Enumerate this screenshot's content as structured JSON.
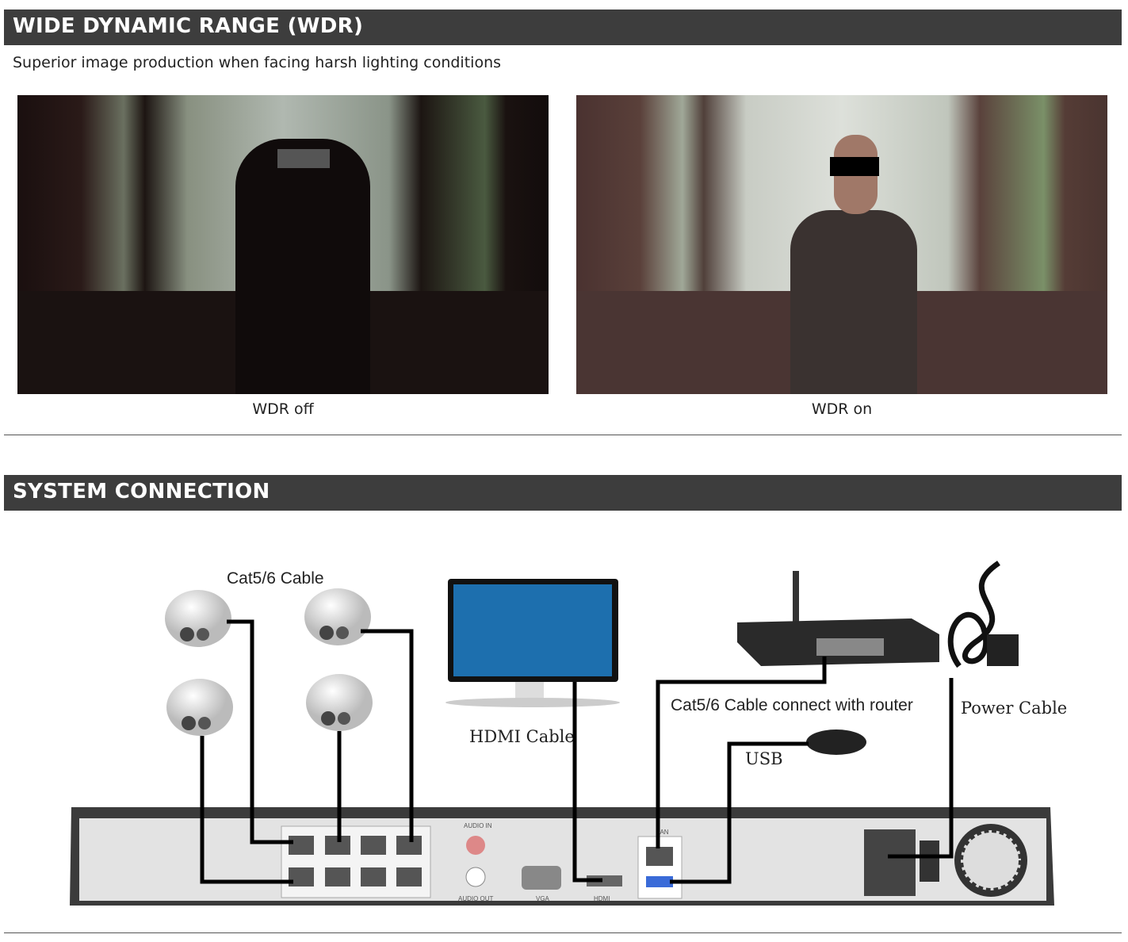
{
  "wdr": {
    "title": "WIDE DYNAMIC RANGE (WDR)",
    "subtitle": "Superior image production when facing harsh lighting conditions",
    "images": [
      {
        "caption": "WDR off"
      },
      {
        "caption": "WDR on"
      }
    ]
  },
  "system": {
    "title": "SYSTEM CONNECTION",
    "labels": {
      "cat_cable": "Cat5/6 Cable",
      "hdmi_cable": "HDMI Cable",
      "router_cable": "Cat5/6 Cable connect with router",
      "usb": "USB",
      "power_cable": "Power Cable"
    },
    "nvr_ports": {
      "audio_in": "AUDIO IN",
      "audio_out": "AUDIO OUT",
      "vga": "VGA",
      "hdmi": "HDMI",
      "lan": "LAN"
    }
  }
}
